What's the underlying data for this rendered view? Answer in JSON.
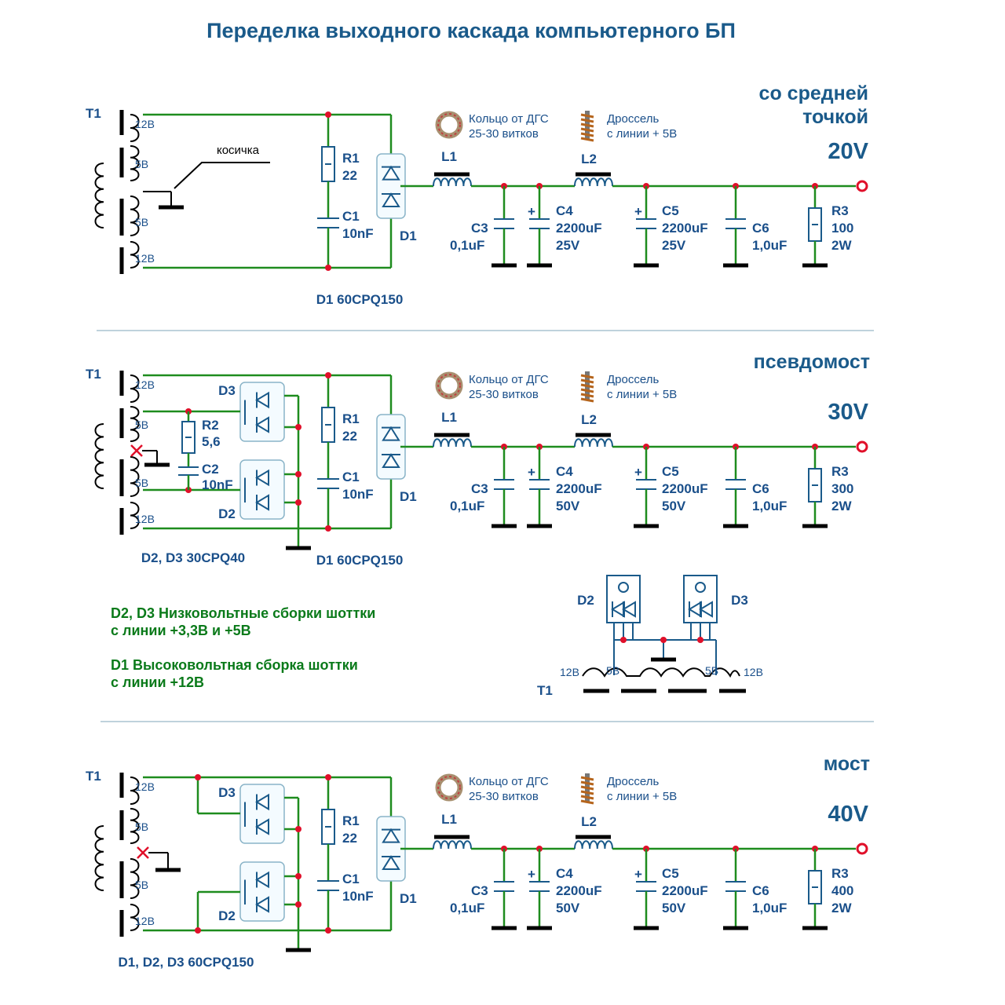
{
  "title": "Переделка выходного каскада компьютерного БП",
  "common": {
    "l1_note": [
      "Кольцо от ДГС",
      "25-30 витков"
    ],
    "l2_note": [
      "Дроссель",
      "с линии + 5В"
    ],
    "t1": "T1",
    "w12": "12В",
    "w5": "5В",
    "r1": [
      "R1",
      "22"
    ],
    "c1": [
      "C1",
      "10nF"
    ],
    "d1": "D1",
    "d2": "D2",
    "d3": "D3",
    "l1": "L1",
    "l2": "L2",
    "c3": [
      "C3",
      "0,1uF"
    ],
    "c6": [
      "C6",
      "1,0uF"
    ],
    "c4": "C4",
    "c5": "C5",
    "cap": "2200uF",
    "r3": "R3",
    "w2": "2W"
  },
  "panels": [
    {
      "mode": [
        "со средней",
        "точкой"
      ],
      "voltage": "20V",
      "c_volt": "25V",
      "r3_val": "100",
      "diode_note": "D1  60CPQ150",
      "kosichka": "косичка"
    },
    {
      "mode": [
        "псевдомост"
      ],
      "voltage": "30V",
      "c_volt": "50V",
      "r3_val": "300",
      "diode_note": "D1  60CPQ150",
      "diode_note2": "D2, D3  30CPQ40",
      "r2": [
        "R2",
        "5,6"
      ],
      "c2": [
        "C2",
        "10nF"
      ]
    },
    {
      "mode": [
        "мост"
      ],
      "voltage": "40V",
      "c_volt": "50V",
      "r3_val": "400",
      "diode_note": "D1, D2, D3  60CPQ150"
    }
  ],
  "notes": [
    [
      "D2, D3  Низковольтные сборки шоттки",
      "с линии +3,3В и +5В"
    ],
    [
      "D1  Высоковольтная сборка шоттки",
      "с линии +12В"
    ]
  ]
}
